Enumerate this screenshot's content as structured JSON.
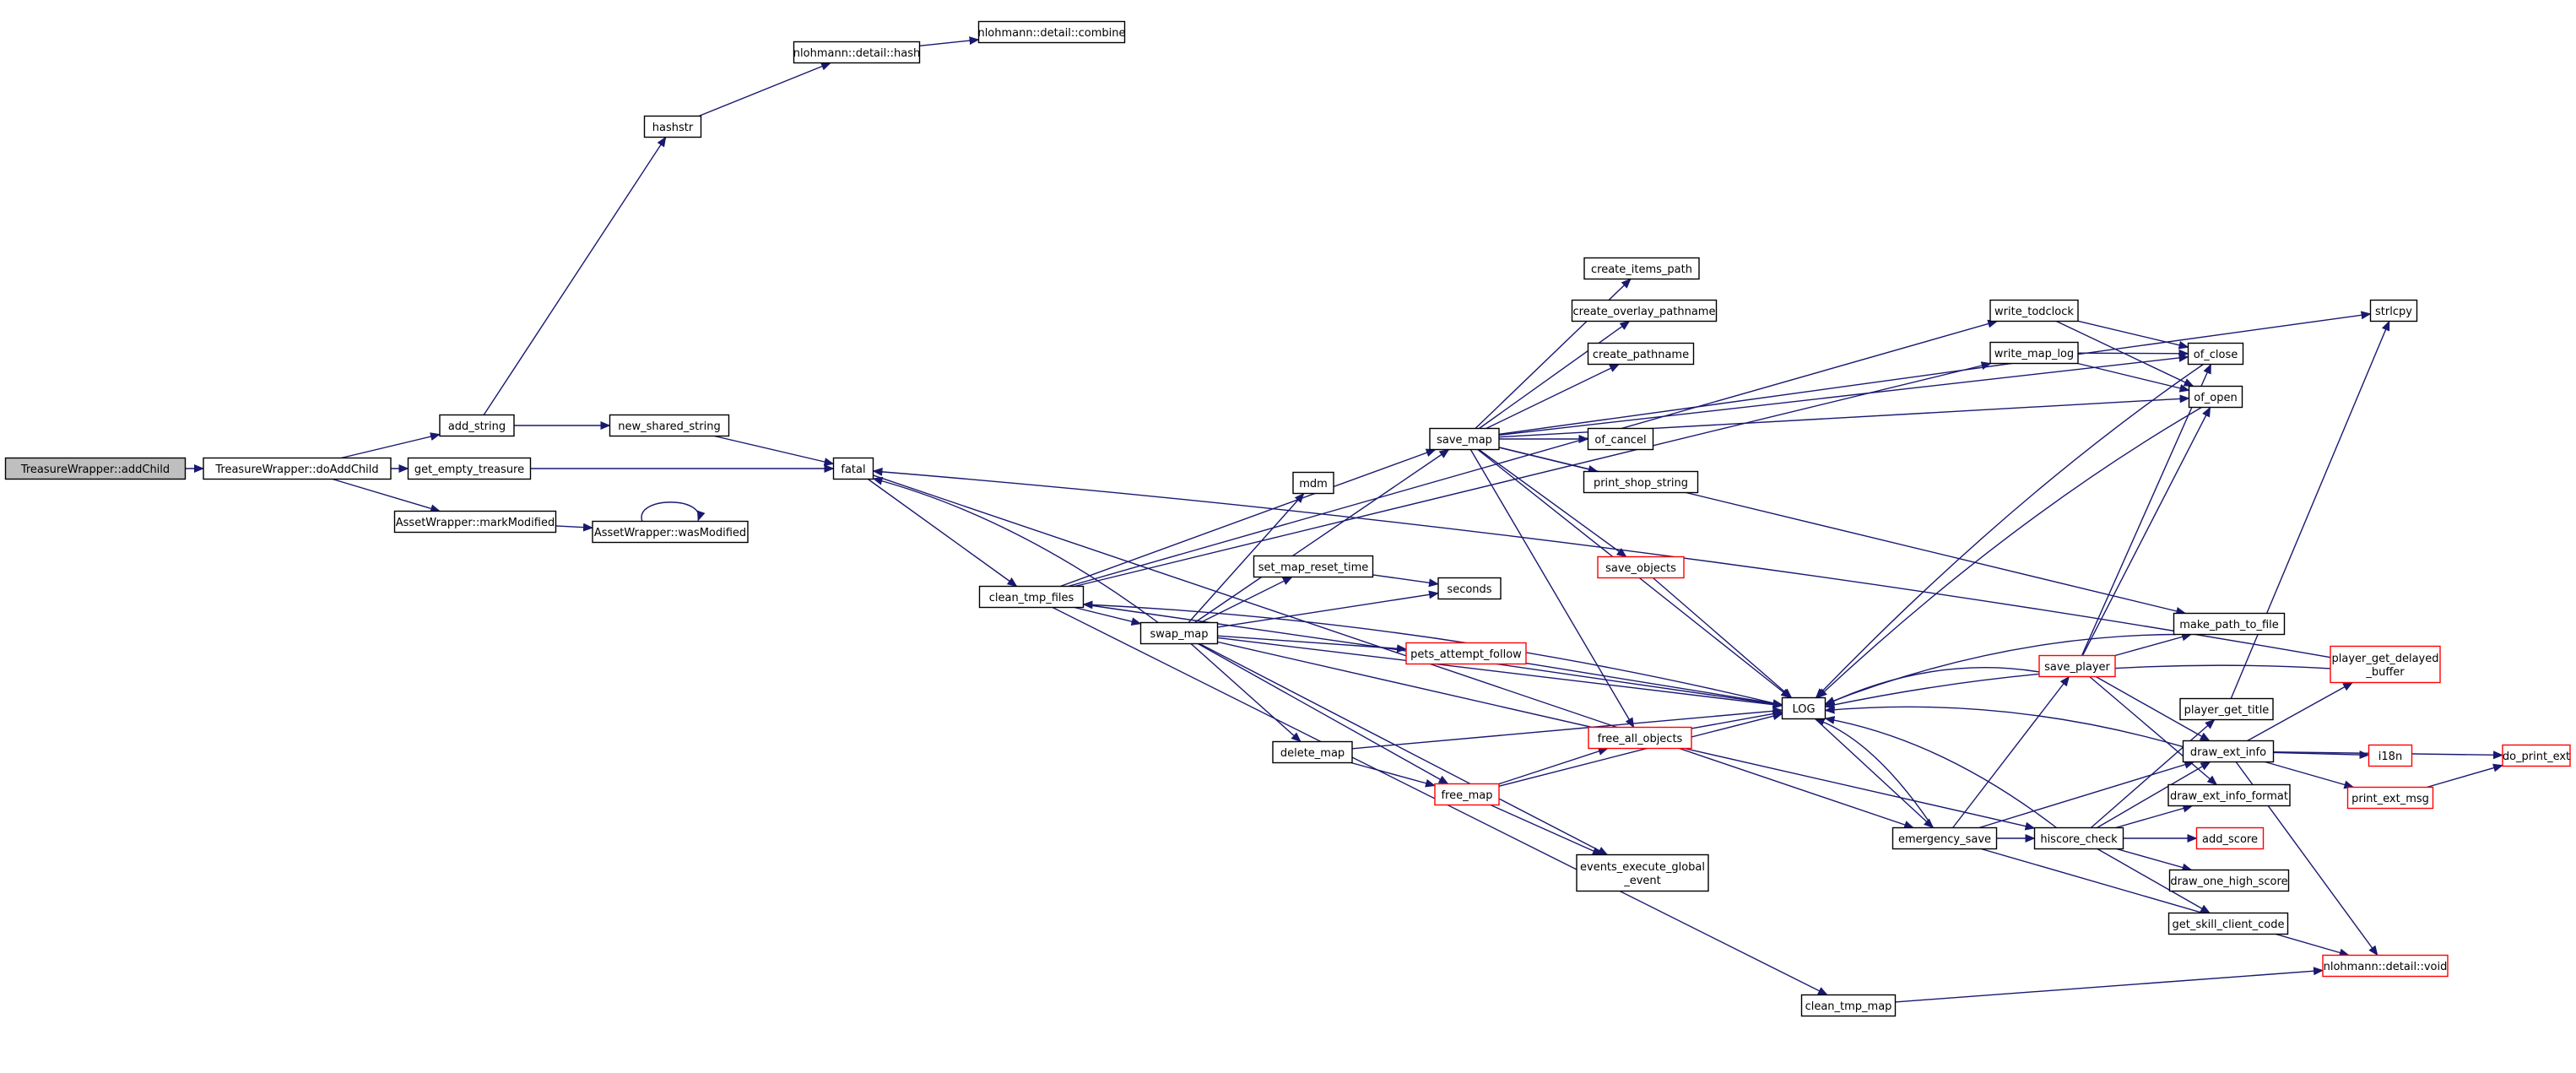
{
  "diagram": {
    "colors": {
      "edge": "#191970",
      "root_fill": "#bfbfbf",
      "node_fill": "#ffffff",
      "node_border": "#000000",
      "truncated_border": "#ff0000",
      "text": "#000000"
    },
    "nodes": [
      {
        "id": "addChild",
        "label": "TreasureWrapper::addChild",
        "style": "root"
      },
      {
        "id": "doAddChild",
        "label": "TreasureWrapper::doAddChild",
        "style": "normal"
      },
      {
        "id": "add_string",
        "label": "add_string",
        "style": "normal"
      },
      {
        "id": "get_empty_treasure",
        "label": "get_empty_treasure",
        "style": "normal"
      },
      {
        "id": "markModified",
        "label": "AssetWrapper::markModified",
        "style": "normal"
      },
      {
        "id": "hashstr",
        "label": "hashstr",
        "style": "normal"
      },
      {
        "id": "nl_hash",
        "label": "nlohmann::detail::hash",
        "style": "normal"
      },
      {
        "id": "nl_combine",
        "label": "nlohmann::detail::combine",
        "style": "normal"
      },
      {
        "id": "new_shared_string",
        "label": "new_shared_string",
        "style": "normal"
      },
      {
        "id": "wasModified",
        "label": "AssetWrapper::wasModified",
        "style": "normal"
      },
      {
        "id": "fatal",
        "label": "fatal",
        "style": "normal"
      },
      {
        "id": "clean_tmp_files",
        "label": "clean_tmp_files",
        "style": "normal"
      },
      {
        "id": "swap_map",
        "label": "swap_map",
        "style": "normal"
      },
      {
        "id": "mdm",
        "label": "mdm",
        "style": "normal"
      },
      {
        "id": "set_map_reset_time",
        "label": "set_map_reset_time",
        "style": "normal"
      },
      {
        "id": "seconds",
        "label": "seconds",
        "style": "normal"
      },
      {
        "id": "pets_attempt_follow",
        "label": "pets_attempt_follow",
        "style": "truncated"
      },
      {
        "id": "delete_map",
        "label": "delete_map",
        "style": "normal"
      },
      {
        "id": "free_map",
        "label": "free_map",
        "style": "truncated"
      },
      {
        "id": "free_all_objects",
        "label": "free_all_objects",
        "style": "truncated"
      },
      {
        "id": "events_execute_global_event",
        "label": "events_execute_global\n_event",
        "style": "normal"
      },
      {
        "id": "save_map",
        "label": "save_map",
        "style": "normal"
      },
      {
        "id": "create_items_path",
        "label": "create_items_path",
        "style": "normal"
      },
      {
        "id": "create_overlay_pathname",
        "label": "create_overlay_pathname",
        "style": "normal"
      },
      {
        "id": "create_pathname",
        "label": "create_pathname",
        "style": "normal"
      },
      {
        "id": "of_cancel",
        "label": "of_cancel",
        "style": "normal"
      },
      {
        "id": "print_shop_string",
        "label": "print_shop_string",
        "style": "normal"
      },
      {
        "id": "save_objects",
        "label": "save_objects",
        "style": "truncated"
      },
      {
        "id": "LOG",
        "label": "LOG",
        "style": "normal"
      },
      {
        "id": "emergency_save",
        "label": "emergency_save",
        "style": "normal"
      },
      {
        "id": "clean_tmp_map",
        "label": "clean_tmp_map",
        "style": "normal"
      },
      {
        "id": "write_todclock",
        "label": "write_todclock",
        "style": "normal"
      },
      {
        "id": "write_map_log",
        "label": "write_map_log",
        "style": "normal"
      },
      {
        "id": "of_close",
        "label": "of_close",
        "style": "normal"
      },
      {
        "id": "of_open",
        "label": "of_open",
        "style": "normal"
      },
      {
        "id": "make_path_to_file",
        "label": "make_path_to_file",
        "style": "normal"
      },
      {
        "id": "save_player",
        "label": "save_player",
        "style": "truncated"
      },
      {
        "id": "player_get_title",
        "label": "player_get_title",
        "style": "normal"
      },
      {
        "id": "draw_ext_info",
        "label": "draw_ext_info",
        "style": "normal"
      },
      {
        "id": "draw_ext_info_format",
        "label": "draw_ext_info_format",
        "style": "normal"
      },
      {
        "id": "hiscore_check",
        "label": "hiscore_check",
        "style": "normal"
      },
      {
        "id": "add_score",
        "label": "add_score",
        "style": "truncated"
      },
      {
        "id": "draw_one_high_score",
        "label": "draw_one_high_score",
        "style": "normal"
      },
      {
        "id": "get_skill_client_code",
        "label": "get_skill_client_code",
        "style": "normal"
      },
      {
        "id": "nl_void",
        "label": "nlohmann::detail::void",
        "style": "truncated"
      },
      {
        "id": "strlcpy",
        "label": "strlcpy",
        "style": "normal"
      },
      {
        "id": "player_get_delayed_buffer",
        "label": "player_get_delayed\n_buffer",
        "style": "truncated"
      },
      {
        "id": "i18n",
        "label": "i18n",
        "style": "truncated"
      },
      {
        "id": "print_ext_msg",
        "label": "print_ext_msg",
        "style": "truncated"
      },
      {
        "id": "do_print_ext",
        "label": "do_print_ext",
        "style": "truncated"
      }
    ],
    "edges": [
      [
        "addChild",
        "doAddChild"
      ],
      [
        "doAddChild",
        "add_string"
      ],
      [
        "doAddChild",
        "get_empty_treasure"
      ],
      [
        "doAddChild",
        "markModified"
      ],
      [
        "add_string",
        "hashstr"
      ],
      [
        "add_string",
        "new_shared_string"
      ],
      [
        "hashstr",
        "nl_hash"
      ],
      [
        "nl_hash",
        "nl_combine"
      ],
      [
        "new_shared_string",
        "fatal"
      ],
      [
        "get_empty_treasure",
        "fatal"
      ],
      [
        "markModified",
        "wasModified"
      ],
      [
        "wasModified",
        "wasModified"
      ],
      [
        "fatal",
        "clean_tmp_files"
      ],
      [
        "fatal",
        "emergency_save"
      ],
      [
        "clean_tmp_files",
        "swap_map"
      ],
      [
        "clean_tmp_files",
        "save_map"
      ],
      [
        "clean_tmp_files",
        "LOG"
      ],
      [
        "clean_tmp_files",
        "write_todclock"
      ],
      [
        "clean_tmp_files",
        "write_map_log"
      ],
      [
        "swap_map",
        "mdm"
      ],
      [
        "swap_map",
        "set_map_reset_time"
      ],
      [
        "swap_map",
        "seconds"
      ],
      [
        "swap_map",
        "pets_attempt_follow"
      ],
      [
        "swap_map",
        "delete_map"
      ],
      [
        "swap_map",
        "free_map"
      ],
      [
        "swap_map",
        "events_execute_global_event"
      ],
      [
        "swap_map",
        "save_map"
      ],
      [
        "swap_map",
        "LOG"
      ],
      [
        "swap_map",
        "hiscore_check"
      ],
      [
        "swap_map",
        "fatal"
      ],
      [
        "set_map_reset_time",
        "seconds"
      ],
      [
        "pets_attempt_follow",
        "LOG"
      ],
      [
        "delete_map",
        "free_map"
      ],
      [
        "delete_map",
        "LOG"
      ],
      [
        "free_map",
        "free_all_objects"
      ],
      [
        "free_map",
        "events_execute_global_event"
      ],
      [
        "free_map",
        "LOG"
      ],
      [
        "free_all_objects",
        "LOG"
      ],
      [
        "save_map",
        "create_items_path"
      ],
      [
        "save_map",
        "create_overlay_pathname"
      ],
      [
        "save_map",
        "create_pathname"
      ],
      [
        "save_map",
        "of_cancel"
      ],
      [
        "save_map",
        "print_shop_string"
      ],
      [
        "save_map",
        "save_objects"
      ],
      [
        "save_map",
        "free_all_objects"
      ],
      [
        "save_map",
        "LOG"
      ],
      [
        "save_map",
        "of_open"
      ],
      [
        "save_map",
        "of_close"
      ],
      [
        "save_map",
        "make_path_to_file"
      ],
      [
        "save_map",
        "strlcpy"
      ],
      [
        "save_objects",
        "LOG"
      ],
      [
        "LOG",
        "emergency_save"
      ],
      [
        "LOG",
        "clean_tmp_files"
      ],
      [
        "emergency_save",
        "LOG"
      ],
      [
        "emergency_save",
        "save_player"
      ],
      [
        "emergency_save",
        "hiscore_check"
      ],
      [
        "emergency_save",
        "draw_ext_info"
      ],
      [
        "emergency_save",
        "nl_void"
      ],
      [
        "clean_tmp_files",
        "clean_tmp_map"
      ],
      [
        "clean_tmp_map",
        "nl_void"
      ],
      [
        "write_todclock",
        "of_close"
      ],
      [
        "write_todclock",
        "of_open"
      ],
      [
        "write_map_log",
        "of_close"
      ],
      [
        "write_map_log",
        "of_open"
      ],
      [
        "of_open",
        "LOG"
      ],
      [
        "of_close",
        "LOG"
      ],
      [
        "make_path_to_file",
        "LOG"
      ],
      [
        "save_player",
        "LOG"
      ],
      [
        "save_player",
        "of_close"
      ],
      [
        "save_player",
        "of_open"
      ],
      [
        "save_player",
        "make_path_to_file"
      ],
      [
        "save_player",
        "draw_ext_info"
      ],
      [
        "save_player",
        "draw_ext_info_format"
      ],
      [
        "hiscore_check",
        "player_get_title"
      ],
      [
        "hiscore_check",
        "draw_ext_info"
      ],
      [
        "hiscore_check",
        "draw_ext_info_format"
      ],
      [
        "hiscore_check",
        "add_score"
      ],
      [
        "hiscore_check",
        "draw_one_high_score"
      ],
      [
        "hiscore_check",
        "get_skill_client_code"
      ],
      [
        "hiscore_check",
        "LOG"
      ],
      [
        "player_get_title",
        "strlcpy"
      ],
      [
        "draw_ext_info",
        "LOG"
      ],
      [
        "draw_ext_info",
        "player_get_delayed_buffer"
      ],
      [
        "draw_ext_info",
        "i18n"
      ],
      [
        "draw_ext_info",
        "print_ext_msg"
      ],
      [
        "draw_ext_info",
        "do_print_ext"
      ],
      [
        "draw_ext_info",
        "nl_void"
      ],
      [
        "print_ext_msg",
        "do_print_ext"
      ],
      [
        "player_get_delayed_buffer",
        "LOG"
      ],
      [
        "player_get_delayed_buffer",
        "fatal"
      ]
    ]
  }
}
